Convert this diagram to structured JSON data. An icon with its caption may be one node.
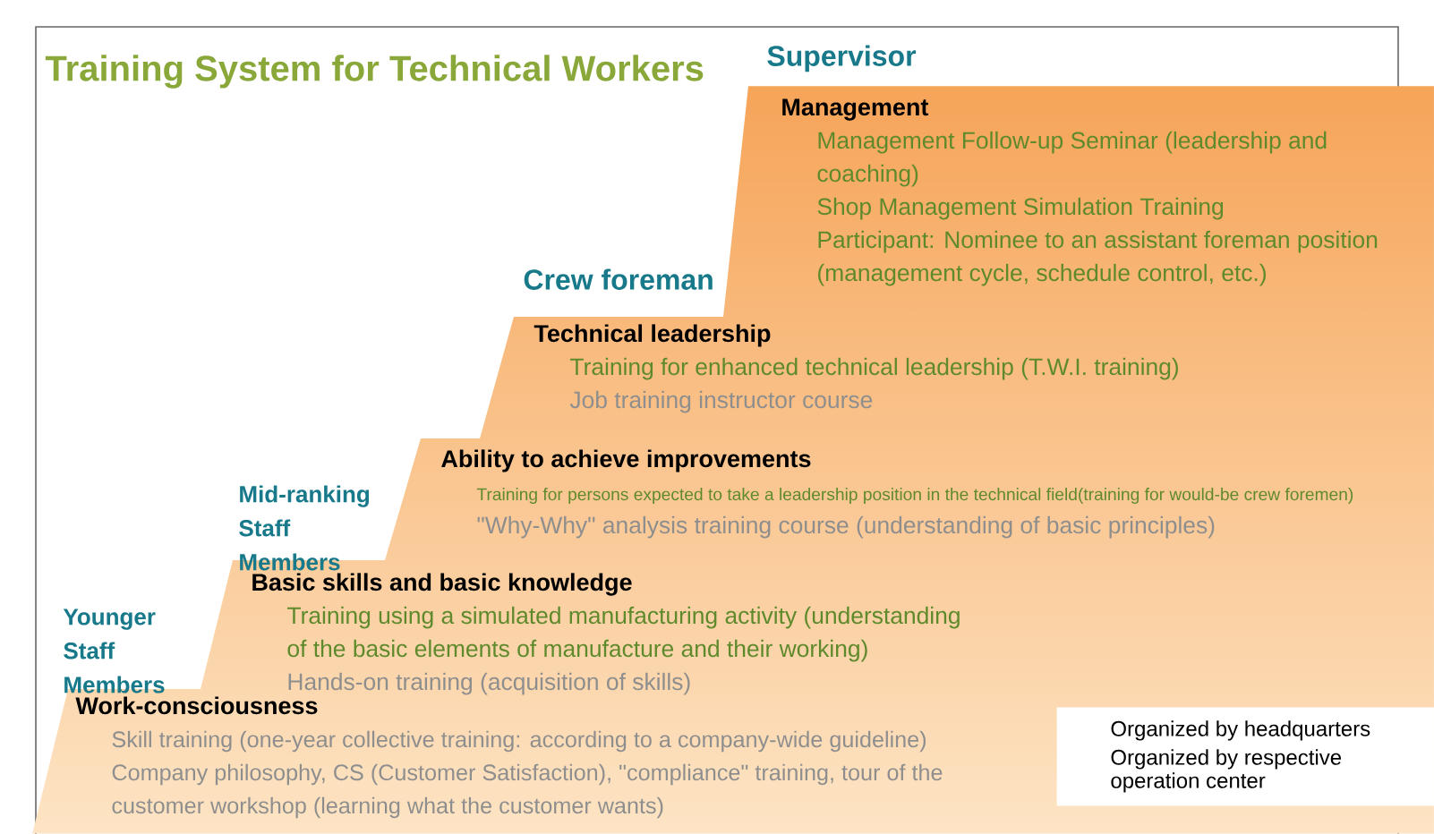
{
  "diagram": {
    "title": "Training System for Technical Workers",
    "nodes": [
      {
        "text": [
          "Management",
          "Management Follow-up Seminar (leadership and coaching)",
          "Shop Management Simulation Training",
          "Participant: Nominee to an assistant foreman position (management cycle, schedule control, etc.)"
        ]
      },
      {
        "text": [
          "Technical leadership",
          "Training for enhanced technical leadership (T.W.I. training)",
          "Job training instructor course"
        ]
      },
      {
        "text": [
          "Ability to achieve improvements",
          "Training for persons expected to take a leadership position in the technical field(training for would-be crew foremen)",
          "\"Why-Why\" analysis training course (understanding of basic principles)"
        ]
      },
      {
        "text": [
          "Basic skills and basic knowledge",
          "Training using a simulated manufacturing activity (understanding of the basic elements of manufacture and their working)",
          "Hands-on training (acquisition of skills)"
        ]
      },
      {
        "text": [
          "Work-consciousness",
          "Skill training (one-year collective training: according to a company-wide guideline)",
          "Company philosophy, CS (Customer Satisfaction), \"compliance\" training, tour of the customer workshop (learning what the customer wants)"
        ]
      }
    ],
    "labels": [
      "Supervisor",
      "Crew foreman",
      "Mid-ranking Staff Members",
      "Younger Staff Members"
    ],
    "legend": [
      {
        "text": "Organized by headquarters"
      },
      {
        "text": "Organized by respective operation center"
      }
    ]
  }
}
